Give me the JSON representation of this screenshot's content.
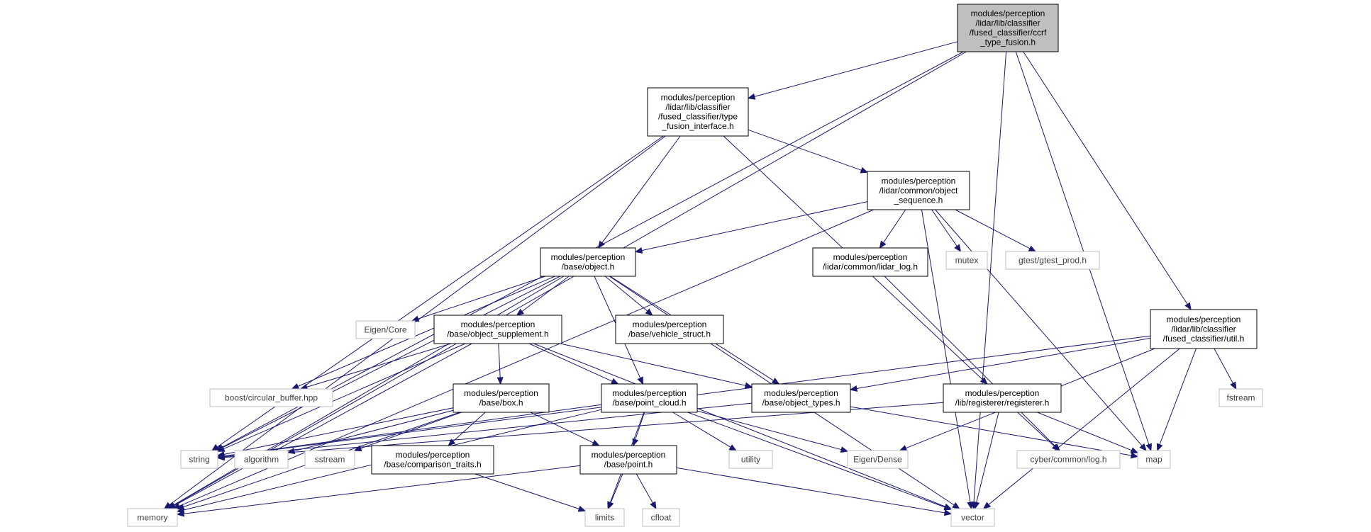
{
  "diagram": {
    "colors": {
      "edge": "#191970",
      "root_fill": "#bfbfbf",
      "root_border": "#000000",
      "project_border": "#000000",
      "system_border": "#bfbfbf",
      "project_text": "#000000",
      "system_text": "#404040"
    },
    "nodes": [
      {
        "id": "root",
        "kind": "root",
        "lines": [
          "modules/perception",
          "/lidar/lib/classifier",
          "/fused_classifier/ccrf",
          "_type_fusion.h"
        ]
      },
      {
        "id": "type_fusion_interface",
        "kind": "project",
        "lines": [
          "modules/perception",
          "/lidar/lib/classifier",
          "/fused_classifier/type",
          "_fusion_interface.h"
        ]
      },
      {
        "id": "object_sequence",
        "kind": "project",
        "lines": [
          "modules/perception",
          "/lidar/common/object",
          "_sequence.h"
        ]
      },
      {
        "id": "object",
        "kind": "project",
        "lines": [
          "modules/perception",
          "/base/object.h"
        ]
      },
      {
        "id": "lidar_log",
        "kind": "project",
        "lines": [
          "modules/perception",
          "/lidar/common/lidar_log.h"
        ]
      },
      {
        "id": "mutex",
        "kind": "system",
        "lines": [
          "mutex"
        ]
      },
      {
        "id": "gtest_prod",
        "kind": "system",
        "lines": [
          "gtest/gtest_prod.h"
        ]
      },
      {
        "id": "eigen_core",
        "kind": "system",
        "lines": [
          "Eigen/Core"
        ]
      },
      {
        "id": "object_supplement",
        "kind": "project",
        "lines": [
          "modules/perception",
          "/base/object_supplement.h"
        ]
      },
      {
        "id": "vehicle_struct",
        "kind": "project",
        "lines": [
          "modules/perception",
          "/base/vehicle_struct.h"
        ]
      },
      {
        "id": "util",
        "kind": "project",
        "lines": [
          "modules/perception",
          "/lidar/lib/classifier",
          "/fused_classifier/util.h"
        ]
      },
      {
        "id": "circular_buffer",
        "kind": "system",
        "lines": [
          "boost/circular_buffer.hpp"
        ]
      },
      {
        "id": "box",
        "kind": "project",
        "lines": [
          "modules/perception",
          "/base/box.h"
        ]
      },
      {
        "id": "point_cloud",
        "kind": "project",
        "lines": [
          "modules/perception",
          "/base/point_cloud.h"
        ]
      },
      {
        "id": "object_types",
        "kind": "project",
        "lines": [
          "modules/perception",
          "/base/object_types.h"
        ]
      },
      {
        "id": "registerer",
        "kind": "project",
        "lines": [
          "modules/perception",
          "/lib/registerer/registerer.h"
        ]
      },
      {
        "id": "fstream",
        "kind": "system",
        "lines": [
          "fstream"
        ]
      },
      {
        "id": "string",
        "kind": "system",
        "lines": [
          "string"
        ]
      },
      {
        "id": "algorithm",
        "kind": "system",
        "lines": [
          "algorithm"
        ]
      },
      {
        "id": "sstream",
        "kind": "system",
        "lines": [
          "sstream"
        ]
      },
      {
        "id": "comparison_traits",
        "kind": "project",
        "lines": [
          "modules/perception",
          "/base/comparison_traits.h"
        ]
      },
      {
        "id": "point",
        "kind": "project",
        "lines": [
          "modules/perception",
          "/base/point.h"
        ]
      },
      {
        "id": "utility",
        "kind": "system",
        "lines": [
          "utility"
        ]
      },
      {
        "id": "eigen_dense",
        "kind": "system",
        "lines": [
          "Eigen/Dense"
        ]
      },
      {
        "id": "cyber_log",
        "kind": "system",
        "lines": [
          "cyber/common/log.h"
        ]
      },
      {
        "id": "map",
        "kind": "system",
        "lines": [
          "map"
        ]
      },
      {
        "id": "memory",
        "kind": "system",
        "lines": [
          "memory"
        ]
      },
      {
        "id": "limits",
        "kind": "system",
        "lines": [
          "limits"
        ]
      },
      {
        "id": "cfloat",
        "kind": "system",
        "lines": [
          "cfloat"
        ]
      },
      {
        "id": "vector",
        "kind": "system",
        "lines": [
          "vector"
        ]
      }
    ],
    "edges": [
      {
        "from": "root",
        "to": "memory"
      },
      {
        "from": "root",
        "to": "string"
      },
      {
        "from": "root",
        "to": "type_fusion_interface"
      },
      {
        "from": "root",
        "to": "util"
      },
      {
        "from": "root",
        "to": "map"
      },
      {
        "from": "root",
        "to": "vector"
      },
      {
        "from": "type_fusion_interface",
        "to": "string"
      },
      {
        "from": "type_fusion_interface",
        "to": "memory"
      },
      {
        "from": "type_fusion_interface",
        "to": "object"
      },
      {
        "from": "type_fusion_interface",
        "to": "object_sequence"
      },
      {
        "from": "type_fusion_interface",
        "to": "registerer"
      },
      {
        "from": "object_sequence",
        "to": "object"
      },
      {
        "from": "object_sequence",
        "to": "lidar_log"
      },
      {
        "from": "object_sequence",
        "to": "mutex"
      },
      {
        "from": "object_sequence",
        "to": "gtest_prod"
      },
      {
        "from": "object_sequence",
        "to": "memory"
      },
      {
        "from": "object_sequence",
        "to": "map"
      },
      {
        "from": "object_sequence",
        "to": "vector"
      },
      {
        "from": "lidar_log",
        "to": "cyber_log"
      },
      {
        "from": "object",
        "to": "memory"
      },
      {
        "from": "object",
        "to": "string"
      },
      {
        "from": "object",
        "to": "circular_buffer"
      },
      {
        "from": "object",
        "to": "eigen_core"
      },
      {
        "from": "object",
        "to": "object_supplement"
      },
      {
        "from": "object",
        "to": "point_cloud"
      },
      {
        "from": "object",
        "to": "vehicle_struct"
      },
      {
        "from": "object",
        "to": "object_types"
      },
      {
        "from": "object",
        "to": "vector"
      },
      {
        "from": "object_supplement",
        "to": "circular_buffer"
      },
      {
        "from": "object_supplement",
        "to": "string"
      },
      {
        "from": "object_supplement",
        "to": "memory"
      },
      {
        "from": "object_supplement",
        "to": "box"
      },
      {
        "from": "object_supplement",
        "to": "point_cloud"
      },
      {
        "from": "object_supplement",
        "to": "object_types"
      },
      {
        "from": "object_supplement",
        "to": "vector"
      },
      {
        "from": "util",
        "to": "string"
      },
      {
        "from": "util",
        "to": "eigen_dense"
      },
      {
        "from": "util",
        "to": "object_types"
      },
      {
        "from": "util",
        "to": "fstream"
      },
      {
        "from": "util",
        "to": "map"
      },
      {
        "from": "util",
        "to": "vector"
      },
      {
        "from": "box",
        "to": "string"
      },
      {
        "from": "box",
        "to": "algorithm"
      },
      {
        "from": "box",
        "to": "sstream"
      },
      {
        "from": "box",
        "to": "comparison_traits"
      },
      {
        "from": "box",
        "to": "point"
      },
      {
        "from": "box",
        "to": "memory"
      },
      {
        "from": "point_cloud",
        "to": "string"
      },
      {
        "from": "point_cloud",
        "to": "memory"
      },
      {
        "from": "point_cloud",
        "to": "point"
      },
      {
        "from": "point_cloud",
        "to": "utility"
      },
      {
        "from": "point_cloud",
        "to": "limits"
      },
      {
        "from": "point_cloud",
        "to": "eigen_dense"
      },
      {
        "from": "point_cloud",
        "to": "vector"
      },
      {
        "from": "object_types",
        "to": "string"
      },
      {
        "from": "object_types",
        "to": "map"
      },
      {
        "from": "registerer",
        "to": "string"
      },
      {
        "from": "registerer",
        "to": "cyber_log"
      },
      {
        "from": "registerer",
        "to": "map"
      },
      {
        "from": "registerer",
        "to": "vector"
      },
      {
        "from": "comparison_traits",
        "to": "limits"
      },
      {
        "from": "point",
        "to": "memory"
      },
      {
        "from": "point",
        "to": "limits"
      },
      {
        "from": "point",
        "to": "cfloat"
      },
      {
        "from": "point",
        "to": "vector"
      }
    ]
  }
}
